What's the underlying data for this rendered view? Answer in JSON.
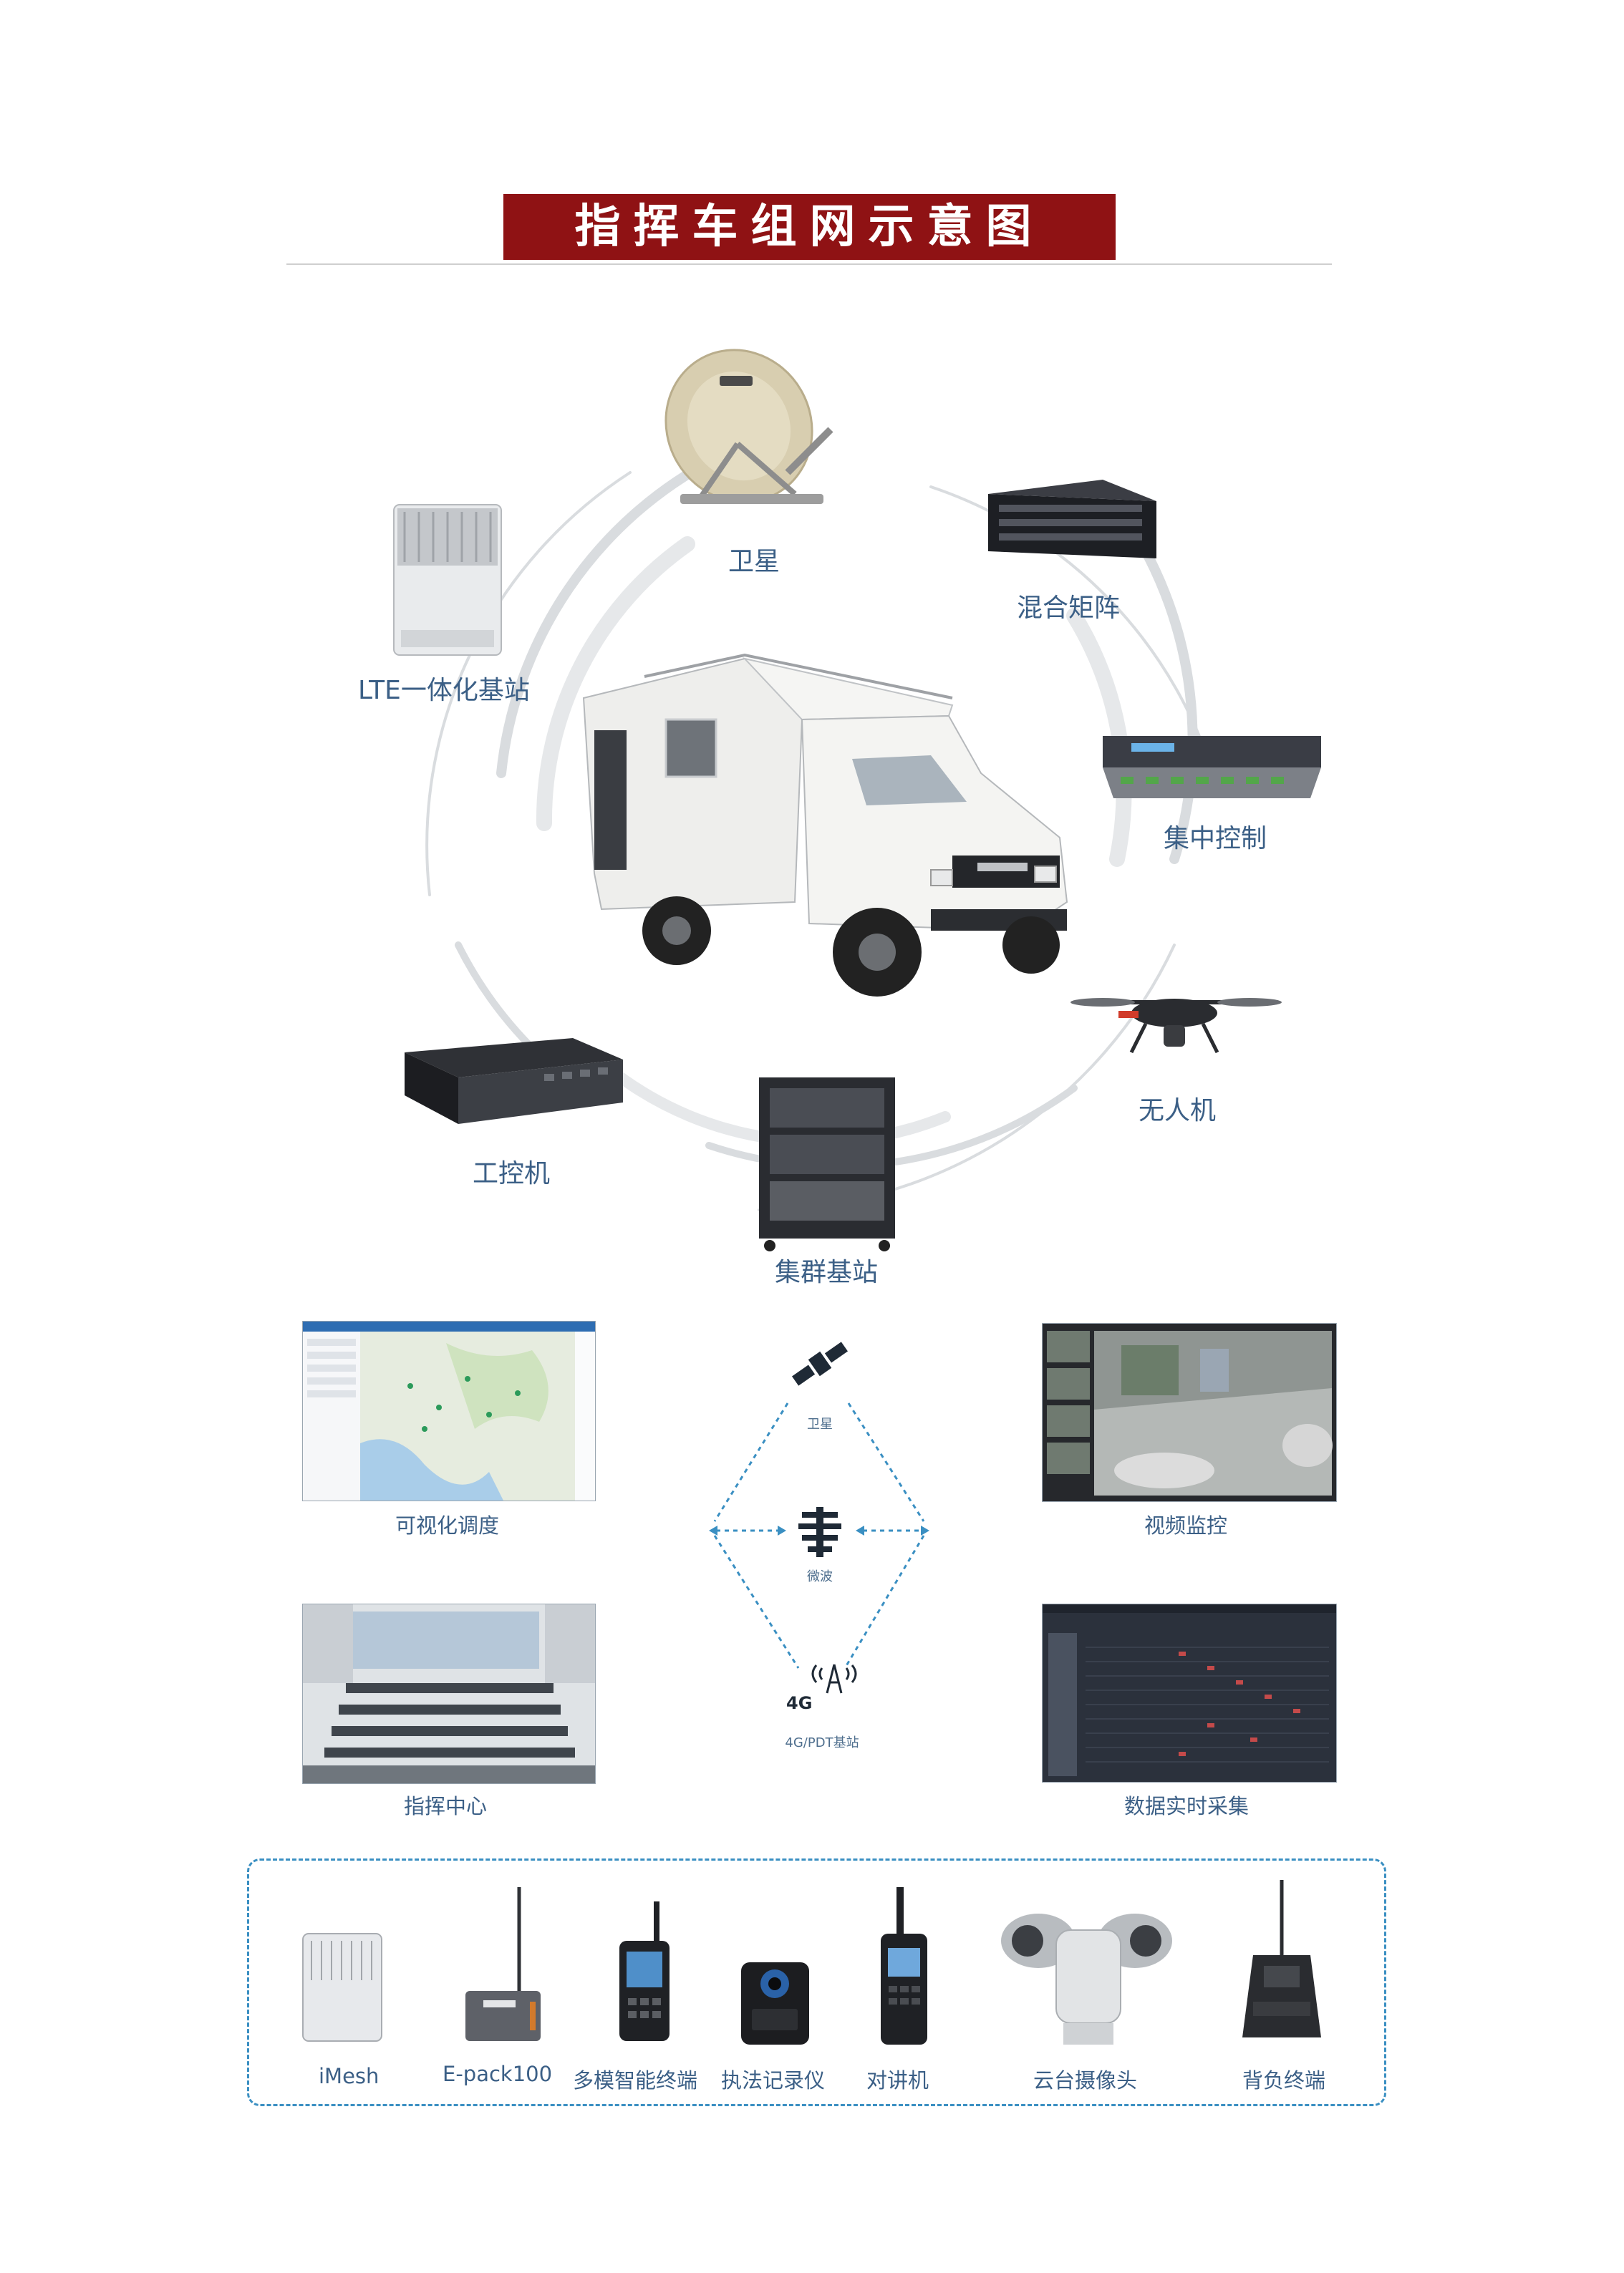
{
  "title": "指挥车组网示意图",
  "center_node": "指挥车",
  "ring_devices": [
    {
      "id": "satellite",
      "label": "卫星",
      "icon": "satellite-dish-icon"
    },
    {
      "id": "hybrid-matrix",
      "label": "混合矩阵",
      "icon": "matrix-rack-icon"
    },
    {
      "id": "central-control",
      "label": "集中控制",
      "icon": "control-unit-icon"
    },
    {
      "id": "drone",
      "label": "无人机",
      "icon": "drone-icon"
    },
    {
      "id": "trunking-base-station",
      "label": "集群基站",
      "icon": "cabinet-icon"
    },
    {
      "id": "industrial-pc",
      "label": "工控机",
      "icon": "industrial-pc-icon"
    },
    {
      "id": "lte-base-station",
      "label": "LTE一体化基站",
      "icon": "lte-station-icon"
    }
  ],
  "network": {
    "nodes": [
      {
        "id": "sat",
        "label": "卫星"
      },
      {
        "id": "mw",
        "label": "微波"
      },
      {
        "id": "cell",
        "label": "4G/PDT基站",
        "badge": "4G"
      }
    ]
  },
  "applications": [
    {
      "id": "visual-dispatch",
      "label": "可视化调度"
    },
    {
      "id": "video-surveillance",
      "label": "视频监控"
    },
    {
      "id": "command-center",
      "label": "指挥中心"
    },
    {
      "id": "realtime-data",
      "label": "数据实时采集"
    }
  ],
  "terminals": [
    {
      "id": "imesh",
      "label": "iMesh"
    },
    {
      "id": "epack",
      "label": "E-pack100"
    },
    {
      "id": "multimode",
      "label": "多模智能终端"
    },
    {
      "id": "recorder",
      "label": "执法记录仪"
    },
    {
      "id": "walkie",
      "label": "对讲机"
    },
    {
      "id": "ptz",
      "label": "云台摄像头"
    },
    {
      "id": "backpack",
      "label": "背负终端"
    }
  ],
  "colors": {
    "banner": "#8f1214",
    "label": "#3b5f86",
    "dashed": "#3a8fc2",
    "ring": "#d9dcdf"
  }
}
